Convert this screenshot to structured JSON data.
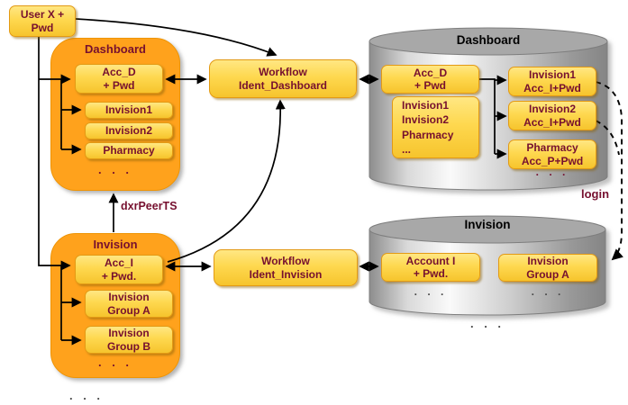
{
  "colors": {
    "container_orange": "#FFA21C",
    "box_yellow": "#FED84F",
    "box_border": "#E39A14",
    "maroon_text": "#76102F",
    "cylinder_gray": "#A8A8A8",
    "connector_black": "#000000"
  },
  "user_box": {
    "line1": "User X +",
    "line2": "Pwd"
  },
  "dashboard_group": {
    "title": "Dashboard",
    "account": {
      "line1": "Acc_D",
      "line2": "+ Pwd"
    },
    "item1": "Invision1",
    "item2": "Invision2",
    "item3": "Pharmacy",
    "ellipsis": ". . ."
  },
  "invision_group": {
    "title": "Invision",
    "account": {
      "line1": "Acc_I",
      "line2": "+ Pwd."
    },
    "group_a": {
      "line1": "Invision",
      "line2": "Group A"
    },
    "group_b": {
      "line1": "Invision",
      "line2": "Group B"
    },
    "ellipsis": ". . .",
    "outer_ellipsis": ". . ."
  },
  "workflow_dashboard": {
    "line1": "Workflow",
    "line2": "Ident_Dashboard"
  },
  "workflow_invision": {
    "line1": "Workflow",
    "line2": "Ident_Invision"
  },
  "labels": {
    "peer_ts": "dxrPeerTS",
    "login": "login"
  },
  "dashboard_db": {
    "title": "Dashboard",
    "account": {
      "line1": "Acc_D",
      "line2": "+ Pwd"
    },
    "list": {
      "line1": "Invision1",
      "line2": "Invision2",
      "line3": "Pharmacy",
      "line4": "..."
    },
    "account1": {
      "line1": "Invision1",
      "line2": "Acc_I+Pwd"
    },
    "account2": {
      "line1": "Invision2",
      "line2": "Acc_I+Pwd"
    },
    "account3": {
      "line1": "Pharmacy",
      "line2": "Acc_P+Pwd"
    },
    "ellipsis": ". . ."
  },
  "invision_db": {
    "title": "Invision",
    "account": {
      "line1": "Account I",
      "line2": "+ Pwd."
    },
    "group": {
      "line1": "Invision",
      "line2": "Group A"
    },
    "ellipsis_account": ". . .",
    "ellipsis_group": ". . .",
    "outer_ellipsis": ". . ."
  }
}
